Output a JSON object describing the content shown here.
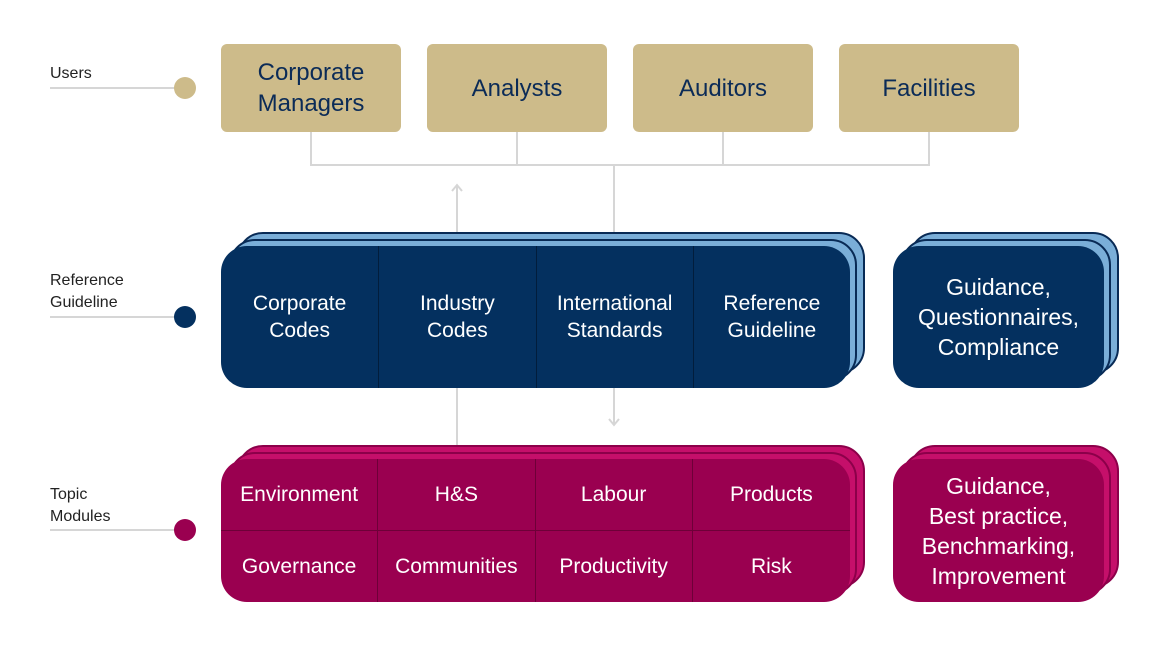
{
  "rows": {
    "users_label": "Users",
    "reference_label": "Reference\nGuideline",
    "topic_label": "Topic\nModules"
  },
  "users": [
    {
      "label": "Corporate\nManagers"
    },
    {
      "label": "Analysts"
    },
    {
      "label": "Auditors"
    },
    {
      "label": "Facilities"
    }
  ],
  "reference": {
    "cells": [
      {
        "label": "Corporate\nCodes"
      },
      {
        "label": "Industry\nCodes"
      },
      {
        "label": "International\nStandards"
      },
      {
        "label": "Reference\nGuideline"
      }
    ],
    "side": "Guidance,\nQuestionnaires,\nCompliance"
  },
  "topics": {
    "cells": [
      {
        "label": "Environment"
      },
      {
        "label": "H&S"
      },
      {
        "label": "Labour"
      },
      {
        "label": "Products"
      },
      {
        "label": "Governance"
      },
      {
        "label": "Communities"
      },
      {
        "label": "Productivity"
      },
      {
        "label": "Risk"
      }
    ],
    "side": "Guidance,\nBest practice,\nBenchmarking,\nImprovement"
  },
  "colors": {
    "users_fill": "#cdbb8a",
    "users_text": "#0b2b57",
    "reference_fill": "#04305f",
    "reference_back": "#7aaed8",
    "topics_fill": "#9a0050",
    "topics_back": "#c50f6a",
    "connector": "#d6d6d6"
  }
}
